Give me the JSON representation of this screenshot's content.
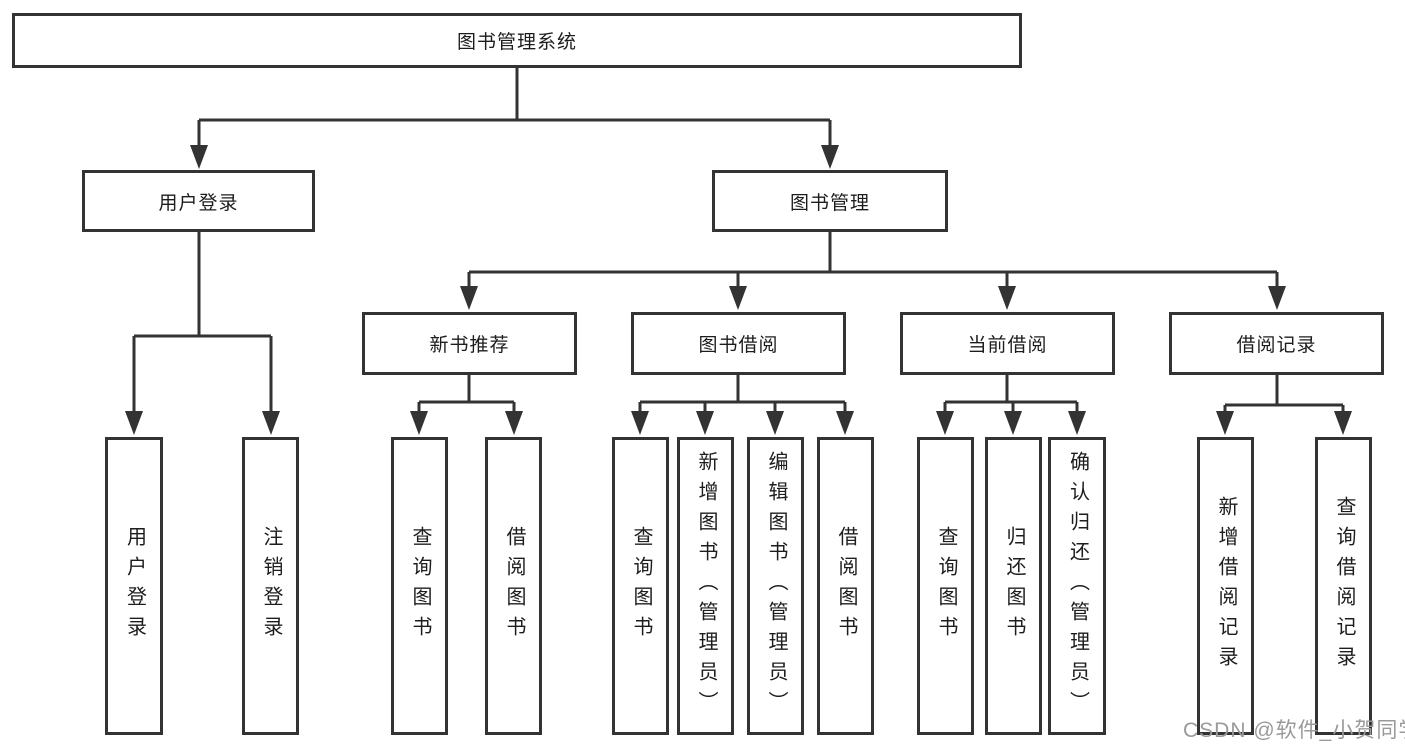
{
  "diagram": {
    "root": {
      "label": "图书管理系统"
    },
    "branches": [
      {
        "label": "用户登录",
        "children": [
          {
            "label": "用户登录"
          },
          {
            "label": "注销登录"
          }
        ]
      },
      {
        "label": "图书管理",
        "children": [
          {
            "label": "新书推荐",
            "children": [
              {
                "label": "查询图书"
              },
              {
                "label": "借阅图书"
              }
            ]
          },
          {
            "label": "图书借阅",
            "children": [
              {
                "label": "查询图书"
              },
              {
                "label": "新增图书（管理员）"
              },
              {
                "label": "编辑图书（管理员）"
              },
              {
                "label": "借阅图书"
              }
            ]
          },
          {
            "label": "当前借阅",
            "children": [
              {
                "label": "查询图书"
              },
              {
                "label": "归还图书"
              },
              {
                "label": "确认归还（管理员）"
              }
            ]
          },
          {
            "label": "借阅记录",
            "children": [
              {
                "label": "新增借阅记录"
              },
              {
                "label": "查询借阅记录"
              }
            ]
          }
        ]
      }
    ]
  },
  "watermark": {
    "text": "CSDN @软件_小贺同学"
  },
  "colors": {
    "line": "#333333",
    "text": "#1d1d1d",
    "background": "#ffffff",
    "watermark": "#9a9a9a"
  }
}
